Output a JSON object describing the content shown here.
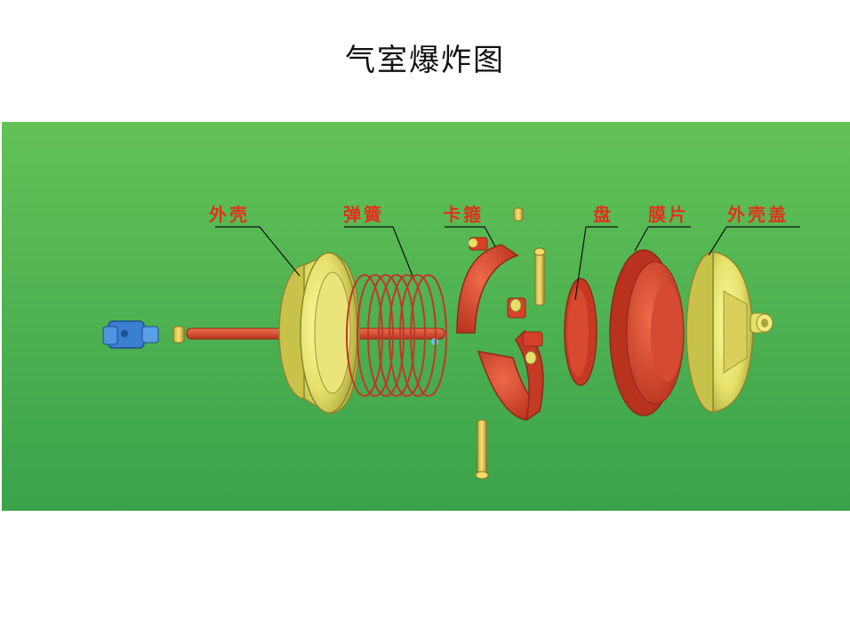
{
  "title": "气室爆炸图",
  "labels": {
    "outer_shell": "外壳",
    "spring": "弹簧",
    "clamp": "卡箍",
    "disc": "盘",
    "diaphragm": "膜片",
    "outer_cover": "外壳盖"
  },
  "colors": {
    "background_top": "#5fbe56",
    "background_bottom": "#3ea34a",
    "label": "#e0311c",
    "red_part": "#d8402a",
    "yellow_part": "#e6e069",
    "blue_part": "#3a7fd0"
  }
}
